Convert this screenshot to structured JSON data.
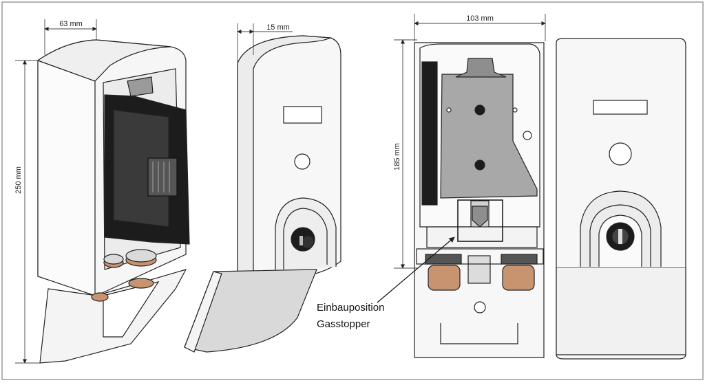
{
  "dimensions": {
    "depth_label": "63 mm",
    "depth_open_label": "15 mm",
    "width_label": "103 mm",
    "height_label": "250 mm",
    "inner_height_label": "185 mm"
  },
  "callout": {
    "line1": "Einbauposition",
    "line2": "Gasstopper"
  },
  "colors": {
    "outline": "#222222",
    "housing_fill": "#f7f7f7",
    "plate_fill": "#a8a8a8",
    "dark_part": "#1c1c1c",
    "copper": "#c89470"
  }
}
